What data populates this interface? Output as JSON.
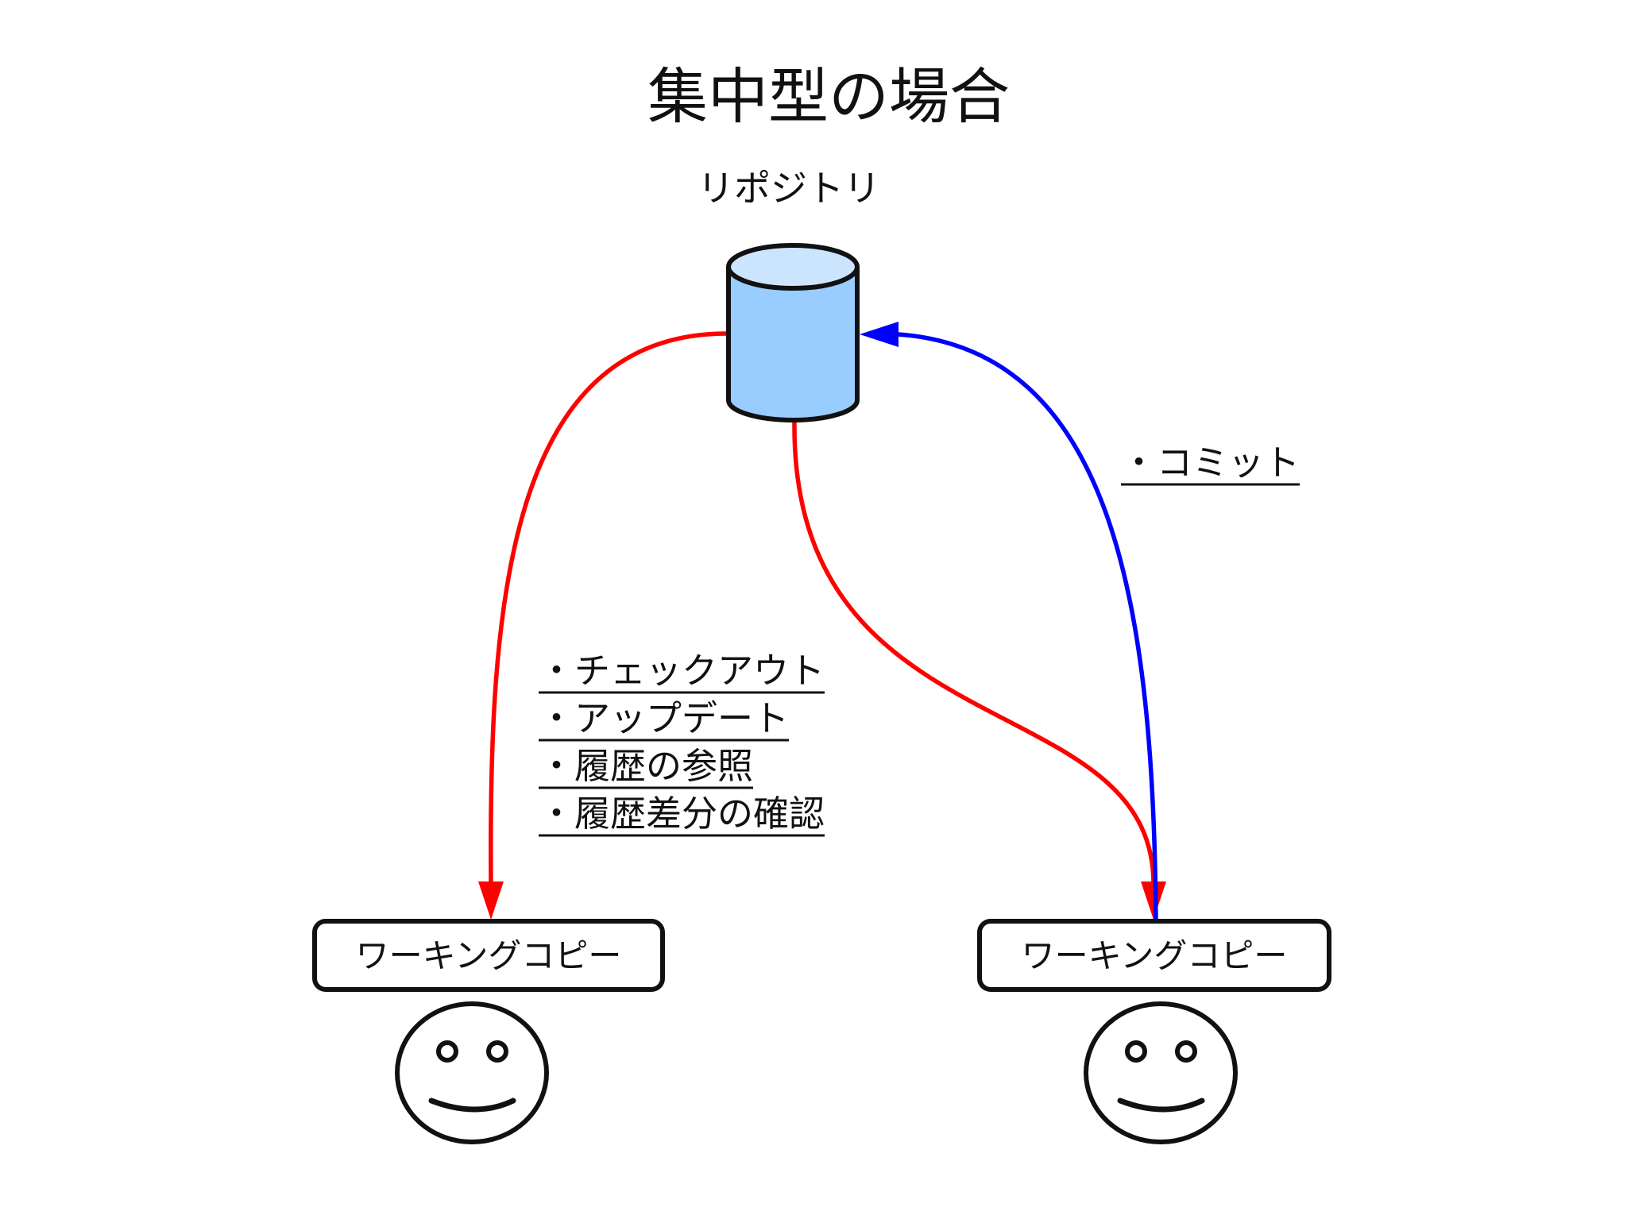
{
  "title": "集中型の場合",
  "repository": {
    "label": "リポジトリ",
    "body_color": "#99ccff",
    "top_color": "#cce5ff"
  },
  "commit_ops": [
    "・コミット"
  ],
  "fetch_ops": [
    "・チェックアウト",
    "・アップデート",
    "・履歴の参照",
    "・履歴差分の確認"
  ],
  "working_copies": [
    {
      "label": "ワーキングコピー"
    },
    {
      "label": "ワーキングコピー"
    }
  ],
  "users": [
    {
      "icon": "smiley-face-icon"
    },
    {
      "icon": "smiley-face-icon"
    }
  ],
  "colors": {
    "fetch_arrow": "#ff0000",
    "commit_arrow": "#0000ff",
    "outline": "#111111"
  }
}
